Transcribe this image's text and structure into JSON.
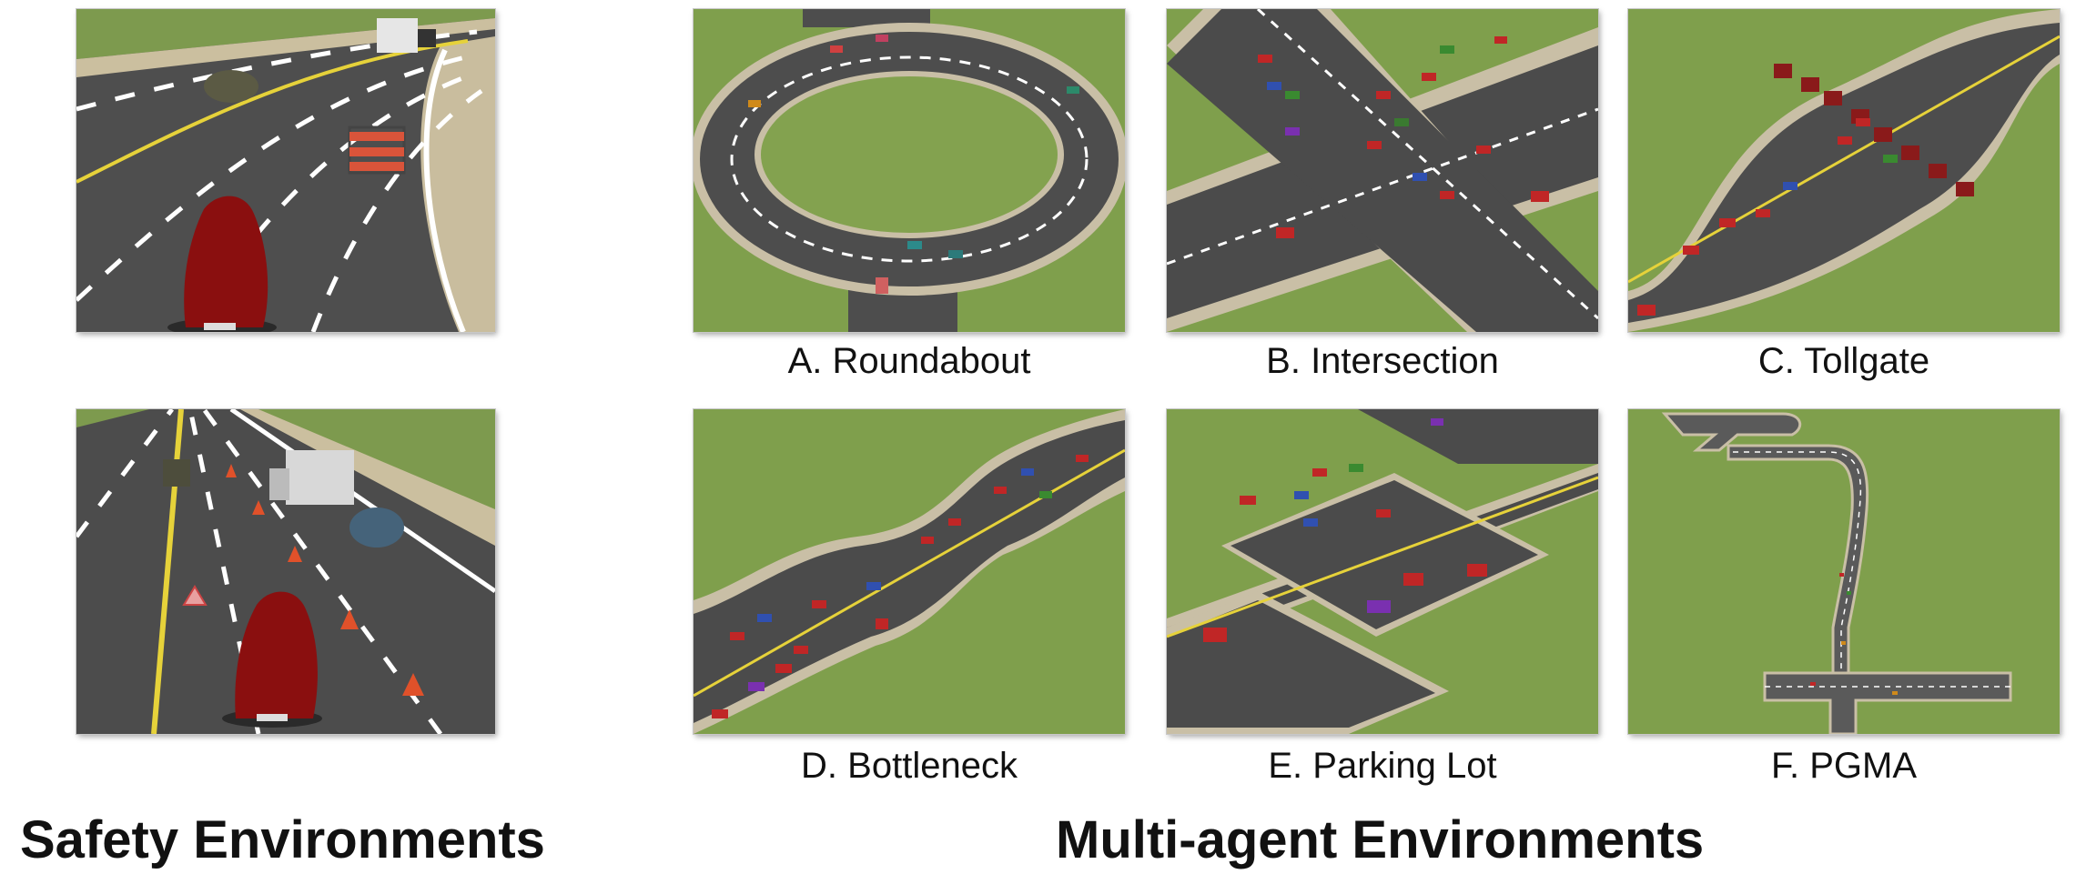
{
  "safety": {
    "title": "Safety Environments",
    "panels": [
      {
        "id": "safety-roadwork",
        "scene": "roadwork-barrier"
      },
      {
        "id": "safety-cones",
        "scene": "traffic-cones"
      }
    ]
  },
  "multi_agent": {
    "title": "Multi-agent Environments",
    "panels": [
      {
        "id": "roundabout",
        "caption": "A. Roundabout"
      },
      {
        "id": "intersection",
        "caption": "B. Intersection"
      },
      {
        "id": "tollgate",
        "caption": "C. Tollgate"
      },
      {
        "id": "bottleneck",
        "caption": "D. Bottleneck"
      },
      {
        "id": "parking-lot",
        "caption": "E. Parking Lot"
      },
      {
        "id": "pgma",
        "caption": "F. PGMA"
      }
    ]
  },
  "colors": {
    "grass": "#7f9f4c",
    "asphalt": "#4a4a4a",
    "curb": "#c9bfa6",
    "lane": "#ffffff",
    "center_line": "#e6d23a",
    "ego_car": "#8a0f0f"
  }
}
